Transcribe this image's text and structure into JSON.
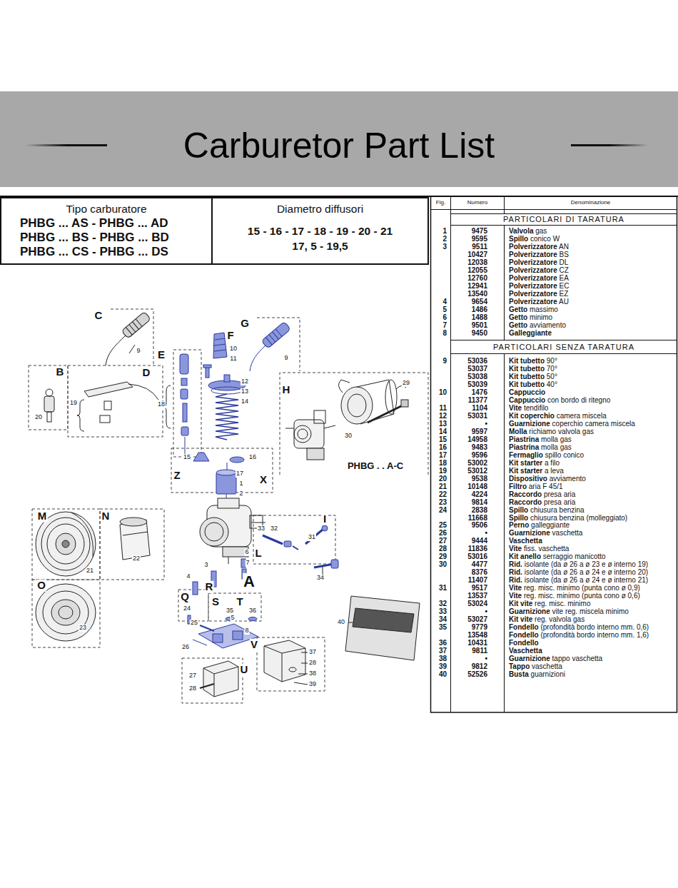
{
  "diagram": {
    "title": "Carburetor Part List",
    "nodes": [
      {
        "text": [
          "Tipo carburatore",
          "PHBG ... AS - PHBG ... AD",
          "PHBG ... BS - PHBG ... BD",
          "PHBG ... CS - PHBG ... DS"
        ]
      },
      {
        "text": [
          "Diametro diffusori",
          "15 - 16 - 17 - 18 - 19 - 20 - 21",
          "17, 5 - 19,5"
        ]
      }
    ],
    "labels": [
      "Fig.",
      "Numero",
      "Denominazione",
      "PARTICOLARI DI TARATURA",
      "1",
      "9475",
      "Valvola gas",
      "2",
      "9595",
      "Spillo conico W",
      "3",
      "9511",
      "Polverizzatore AN",
      "10427",
      "Polverizzatore BS",
      "12038",
      "Polverizzatore DL",
      "12055",
      "Polverizzatore CZ",
      "12760",
      "Polverizzatore EA",
      "12941",
      "Polverizzatore EC",
      "13540",
      "Polverizzatore EZ",
      "4",
      "9654",
      "Polverizzatore AU",
      "5",
      "1486",
      "Getto massimo",
      "6",
      "1488",
      "Getto minimo",
      "7",
      "9501",
      "Getto avviamento",
      "8",
      "9450",
      "Galleggiante",
      "PARTICOLARI SENZA TARATURA",
      "9",
      "53036",
      "Kit tubetto 90°",
      "53037",
      "Kit tubetto 70°",
      "53038",
      "Kit tubetto 50°",
      "53039",
      "Kit tubetto 40°",
      "10",
      "1476",
      "Cappuccio",
      "11377",
      "Cappuccio con bordo di ritegno",
      "11",
      "1104",
      "Vite tendifilo",
      "12",
      "53031",
      "Kit coperchio camera miscela",
      "13",
      "•",
      "Guarnizione coperchio camera miscela",
      "14",
      "9597",
      "Molla richiamo valvola gas",
      "15",
      "14958",
      "Piastrina molla gas",
      "16",
      "9483",
      "Piastrina molla gas",
      "17",
      "9596",
      "Fermaglio spillo conico",
      "18",
      "53002",
      "Kit starter a filo",
      "19",
      "53012",
      "Kit starter a leva",
      "20",
      "9538",
      "Dispositivo avviamento",
      "21",
      "10148",
      "Filtro aria F 45/1",
      "22",
      "4224",
      "Raccordo presa aria",
      "23",
      "9814",
      "Raccordo presa aria",
      "24",
      "2838",
      "Spillo chiusura benzina",
      "11668",
      "Spillo chiusura benzina (molleggiato)",
      "25",
      "9506",
      "Perno galleggiante",
      "26",
      "•",
      "Guarnizione vaschetta",
      "27",
      "9444",
      "Vaschetta",
      "28",
      "11836",
      "Vite fiss. vaschetta",
      "29",
      "53016",
      "Kit anello serraggio manicotto",
      "30",
      "4477",
      "Rid. isolante (da ø 26 a ø 23 e ø interno 19)",
      "8376",
      "Rid. isolante (da ø 26 a ø 24 e ø interno 20)",
      "11407",
      "Rid. isolante (da ø 26 a ø 24 e ø interno 21)",
      "31",
      "9517",
      "Vite reg. misc. minimo (punta cono ø 0,9)",
      "13537",
      "Vite reg. misc. minimo (punta cono ø 0,6)",
      "32",
      "53024",
      "Kit vite reg. misc. minimo",
      "33",
      "•",
      "Guarnizione vite reg. miscela minimo",
      "34",
      "53027",
      "Kit vite reg. valvola gas",
      "35",
      "9779",
      "Fondello (profondità bordo interno mm. 0,6)",
      "13548",
      "Fondello (profondità bordo interno mm. 1,6)",
      "36",
      "10431",
      "Fondello",
      "37",
      "9811",
      "Vaschetta",
      "38",
      "•",
      "Guarnizione tappo vaschetta",
      "39",
      "9812",
      "Tappo vaschetta",
      "40",
      "52526",
      "Busta guarnizioni",
      "C",
      "9",
      "G",
      "9",
      "F",
      "10",
      "11",
      "E",
      "B",
      "D",
      "H",
      "29",
      "19",
      "20",
      "18",
      "12",
      "13",
      "14",
      "30",
      "PHBG . . A-C",
      "15",
      "16",
      "Z",
      "17",
      "X",
      "1",
      "2",
      "M",
      "N",
      "I",
      "33",
      "32",
      "31",
      "22",
      "21",
      "6",
      "L",
      "7",
      "3",
      "4",
      "R",
      "A",
      "34",
      "O",
      "Q",
      "S",
      "T",
      "24",
      "35",
      "36",
      "25",
      "5",
      "40",
      "8",
      "23",
      "V",
      "26",
      "37",
      "28",
      "U",
      "38",
      "27",
      "39",
      "28"
    ]
  }
}
